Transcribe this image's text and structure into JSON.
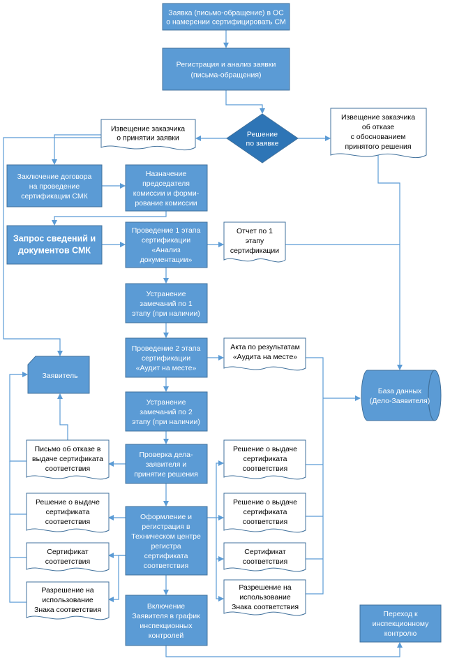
{
  "nodes": {
    "n1": {
      "lines": [
        "Заявка (письмо-обращение) в ОС",
        "о намерении сертифицировать СМ"
      ]
    },
    "n2": {
      "lines": [
        "Регистрация и анализ заявки",
        "(письма-обращения)"
      ]
    },
    "n3": {
      "lines": [
        "Решение",
        "по заявке"
      ]
    },
    "n4": {
      "lines": [
        "Извещение заказчика",
        "о принятии заявки"
      ]
    },
    "n5": {
      "lines": [
        "Извещение заказчика",
        "об отказе",
        "с обоснованием",
        "принятого решения"
      ]
    },
    "n6": {
      "lines": [
        "Заключение договора",
        "на проведение",
        "сертификации СМК"
      ]
    },
    "n7": {
      "lines": [
        "Назначение",
        "председателя",
        "комиссии  и форми-",
        "рование  комиссии"
      ]
    },
    "n8": {
      "lines": [
        "Запрос сведений и",
        "документов СМК"
      ]
    },
    "n9": {
      "lines": [
        "Проведение 1 этапа",
        "сертификации",
        "«Анализ",
        "документации»"
      ]
    },
    "n10": {
      "lines": [
        "Отчет по 1",
        "этапу",
        "сертификации"
      ]
    },
    "n11": {
      "lines": [
        "Устранение",
        "замечаний по 1",
        "этапу (при наличии)"
      ]
    },
    "n12": {
      "lines": [
        "Проведение 2 этапа",
        "сертификации",
        "«Аудит на месте»"
      ]
    },
    "n13": {
      "lines": [
        "Акта по результатам",
        "«Аудита на месте»"
      ]
    },
    "n14": {
      "lines": [
        "Заявитель"
      ]
    },
    "n15": {
      "lines": [
        "База данных",
        "(Дело-Заявителя)"
      ]
    },
    "n16": {
      "lines": [
        "Устранение",
        "замечаний по 2",
        "этапу (при наличии)"
      ]
    },
    "n17": {
      "lines": [
        "Письмо об отказе в",
        "выдаче сертификата",
        "соответствия"
      ]
    },
    "n18": {
      "lines": [
        "Проверка дела-",
        "заявителя и",
        "принятие решения"
      ]
    },
    "n19": {
      "lines": [
        "Решение о выдаче",
        "сертификата",
        "соответствия"
      ]
    },
    "n20": {
      "lines": [
        "Решение о выдаче",
        "сертификата",
        "соответствия"
      ]
    },
    "n21": {
      "lines": [
        "Оформление и",
        "регистрация в",
        "Техническом центре",
        "регистра",
        "сертификата",
        "соответствия"
      ]
    },
    "n22": {
      "lines": [
        "Решение о выдаче",
        "сертификата",
        "соответствия"
      ]
    },
    "n23": {
      "lines": [
        "Сертификат",
        "соответствия"
      ]
    },
    "n24": {
      "lines": [
        "Сертификат",
        "соответствия"
      ]
    },
    "n25": {
      "lines": [
        "Разрешение на",
        "использование",
        "Знака соответствия"
      ]
    },
    "n26": {
      "lines": [
        "Разрешение на",
        "использование",
        "Знака соответствия"
      ]
    },
    "n27": {
      "lines": [
        "Включение",
        "Заявителя в график",
        "инспекционных",
        "контролей"
      ]
    },
    "n28": {
      "lines": [
        "Переход к",
        "инспекционному",
        "контролю"
      ]
    }
  }
}
